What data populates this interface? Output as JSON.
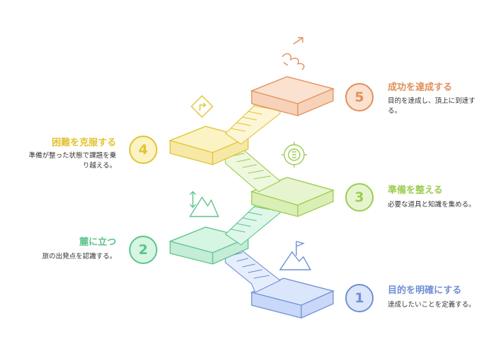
{
  "steps": [
    {
      "number": "1",
      "title": "目的を明確にする",
      "description": "達成したいことを定義する。",
      "color": "#6f8fd6",
      "fill": "#dce6fb",
      "icon": "mountain-flag-icon"
    },
    {
      "number": "2",
      "title": "麓に立つ",
      "description": "旅の出発点を認識する。",
      "color": "#5cc48a",
      "fill": "#d6f5e3",
      "icon": ""
    },
    {
      "number": "3",
      "title": "準備を整える",
      "description": "必要な道具と知識を集める。",
      "color": "#9ccc4f",
      "fill": "#e6f5cf",
      "icon": "gear-icon"
    },
    {
      "number": "4",
      "title": "困難を克服する",
      "description": "準備が整った状態で課題を乗り越える。",
      "color": "#e2c332",
      "fill": "#fbf3c4",
      "icon": "route-sign-icon"
    },
    {
      "number": "5",
      "title": "成功を達成する",
      "description": "目的を達成し、頂上に到達する。",
      "color": "#e0905a",
      "fill": "#fbe1cf",
      "icon": "celebration-icon"
    }
  ],
  "icons": {
    "up-down-mountain": "mountains-arrow-icon"
  }
}
